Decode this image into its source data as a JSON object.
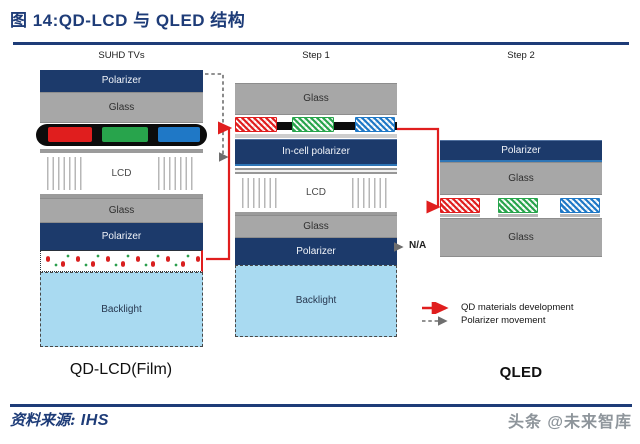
{
  "title": "图 14:QD-LCD 与 QLED 结构",
  "colors": {
    "navy": "#1c3a6b",
    "rule": "#1e3c78",
    "red": "#e01e1e",
    "green": "#28a44c",
    "blue": "#1f78c6",
    "glass": "#a7a7a7",
    "backlight": "#a9daf1",
    "arrowgray": "#6e6e6e",
    "watermark": "#8e959b"
  },
  "stacks": {
    "left": {
      "header": "SUHD TVs",
      "polarizer_top": "Polarizer",
      "glass_top": "Glass",
      "lcd": "LCD",
      "glass_bottom": "Glass",
      "polarizer_bottom": "Polarizer",
      "backlight": "Backlight",
      "caption": "QD-LCD(Film)"
    },
    "middle": {
      "header": "Step 1",
      "glass_top": "Glass",
      "incell_polarizer": "In-cell polarizer",
      "lcd": "LCD",
      "glass_bottom": "Glass",
      "polarizer": "Polarizer",
      "backlight": "Backlight"
    },
    "right": {
      "header": "Step 2",
      "polarizer": "Polarizer",
      "glass_top": "Glass",
      "glass_bottom": "Glass",
      "caption": "QLED"
    }
  },
  "annotations": {
    "na": "N/A"
  },
  "legend": [
    {
      "style": "red-solid",
      "label": "QD materials development"
    },
    {
      "style": "gray-dashed",
      "label": "Polarizer movement"
    }
  ],
  "footer": {
    "source_label": "资料来源: ",
    "source": "IHS",
    "watermark": "头条 @未来智库"
  }
}
